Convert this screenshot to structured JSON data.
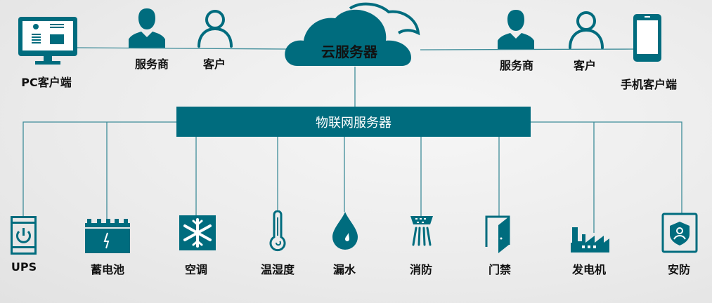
{
  "colors": {
    "accent": "#006c7e"
  },
  "top": {
    "pc_client": "PC客户端",
    "left_provider": "服务商",
    "left_customer": "客户",
    "cloud": "云服务器",
    "right_provider": "服务商",
    "right_customer": "客户",
    "mobile_client": "手机客户端"
  },
  "iot_server": "物联网服务器",
  "devices": [
    {
      "label": "UPS",
      "icon": "power-icon"
    },
    {
      "label": "蓄电池",
      "icon": "battery-icon"
    },
    {
      "label": "空调",
      "icon": "snowflake-icon"
    },
    {
      "label": "温湿度",
      "icon": "thermometer-icon"
    },
    {
      "label": "漏水",
      "icon": "water-drop-icon"
    },
    {
      "label": "消防",
      "icon": "sprinkler-icon"
    },
    {
      "label": "门禁",
      "icon": "door-icon"
    },
    {
      "label": "发电机",
      "icon": "factory-icon"
    },
    {
      "label": "安防",
      "icon": "security-shield-icon"
    }
  ]
}
